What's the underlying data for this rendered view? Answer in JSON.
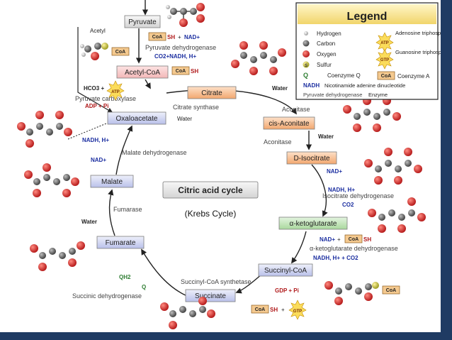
{
  "title": "Citric acid cycle",
  "subtitle": "(Krebs Cycle)",
  "legend": {
    "heading": "Legend",
    "hydrogen": "Hydrogen",
    "carbon": "Carbon",
    "oxygen": "Oxygen",
    "sulfur": "Sulfur",
    "sulfur_symbol": "S",
    "coq_symbol": "Q",
    "coq": "Coenzyme Q",
    "nadh_symbol": "NADH",
    "nadh": "Nicotinamide adenine dinucleotide",
    "pdh": "Pyruvate dehydrogenase",
    "enzyme": "Enzyme",
    "atp_symbol": "ATP",
    "atp": "Adenosine triphosphate",
    "gtp_symbol": "GTP",
    "gtp": "Guanosine triphosphate",
    "coa_symbol": "CoA",
    "coa": "Coenzyme A"
  },
  "metabolites": {
    "pyruvate": "Pyruvate",
    "acetyl_coa": "Acetyl-CoA",
    "citrate": "Citrate",
    "cis_aconitate": "cis-Aconitate",
    "d_isocitrate": "D-Isocitrate",
    "alpha_kg": "α-ketoglutarate",
    "succinyl_coa": "Succinyl-CoA",
    "succinate": "Succinate",
    "fumarate": "Fumarate",
    "malate": "Malate",
    "oxaloacetate": "Oxaloacetate"
  },
  "enzymes": {
    "pyruvate_dh": "Pyruvate dehydrogenase",
    "pyruvate_carboxylase": "Pyruvate carboxylase",
    "citrate_synthase": "Citrate synthase",
    "aconitase_1": "Aconitase",
    "aconitase_2": "Aconitase",
    "isocitrate_dh": "Isocitrate dehydrogenase",
    "akg_dh": "α-ketoglutarate dehydrogenase",
    "succinyl_coa_synthetase": "Succinyl-CoA synthetase",
    "succinic_dh": "Succinic dehydrogenase",
    "fumarase": "Fumarase",
    "malate_dh": "Malate dehydrogenase"
  },
  "cofactors": {
    "acetyl": "Acetyl",
    "coa": "CoA",
    "sh": "SH",
    "plus": "+",
    "nad_plus": "NAD+",
    "co2_nadh_h": "CO2+NADH, H+",
    "hco3": "HCO3 +",
    "atp": "ATP",
    "adp_pi": "ADP + Pi",
    "water": "Water",
    "nadh_h": "NADH, H+",
    "co2": "CO2",
    "nadh_h_co2": "NADH, H+ + CO2",
    "gdp_pi": "GDP + Pi",
    "gtp": "GTP",
    "qh2": "QH2",
    "q": "Q"
  }
}
